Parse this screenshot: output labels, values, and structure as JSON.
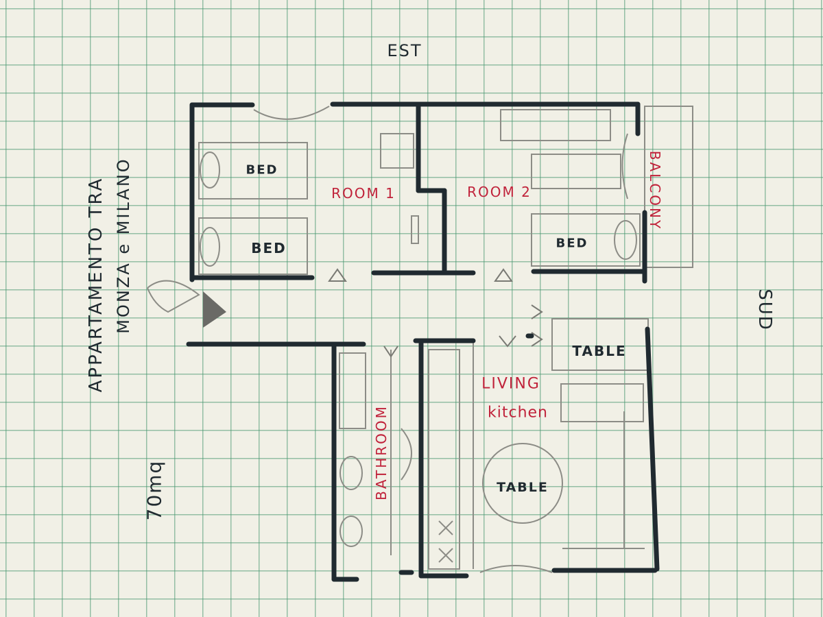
{
  "labels": {
    "est": "EST",
    "sud": "SUD",
    "title_line1": "APPARTAMENTO TRA",
    "title_line2": "MONZA e MILANO",
    "area": "70mq",
    "bed_1": "BED",
    "bed_2": "BED",
    "bed_3": "BED",
    "room_1": "ROOM 1",
    "room_2": "ROOM 2",
    "balcony": "BALCONY",
    "table_1": "TABLE",
    "table_2": "TABLE",
    "living": "LIVING",
    "kitchen": "kitchen",
    "bathroom": "BATHROOM"
  },
  "colors": {
    "ink": "#202a30",
    "red_ink": "#c0223a",
    "pencil": "#8c8c86",
    "grid": "#4f9a74"
  }
}
